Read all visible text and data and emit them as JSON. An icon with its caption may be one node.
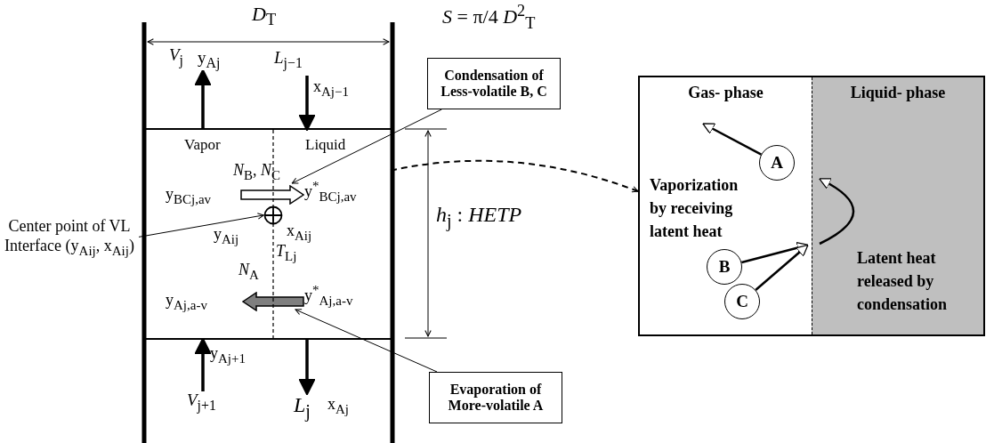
{
  "diagram": {
    "nodes": [
      {
        "text": [
          "Vapor",
          "Liquid"
        ]
      },
      {
        "text": [],
        "shape": "arrow",
        "in": 0
      },
      {
        "text": [],
        "shape": "circle",
        "in": 0
      },
      {
        "text": [],
        "shape": "arrow",
        "in": 0
      },
      {
        "text": [
          "Condensation of Less-volatile B, C"
        ]
      },
      {
        "text": [
          "Center point of VL Interface (y$_{Aij}$, x$_{Aij}$)"
        ]
      },
      {
        "text": [
          "Evaporation of More-volatile A"
        ]
      },
      {
        "text": [],
        "shape": "box"
      },
      {
        "text": [
          "Gas- phase",
          "Vaporization by receiving latent heat"
        ],
        "in": 7
      },
      {
        "text": [
          "A"
        ],
        "in": 8
      },
      {
        "text": [
          "B"
        ],
        "in": 8
      },
      {
        "text": [
          "C"
        ],
        "in": 8
      },
      {
        "text": [
          "Liquid- phase",
          "Latent heat released by condensation"
        ],
        "in": 7
      }
    ],
    "edges": [
      {
        "from": 4,
        "to": 1,
        "arrow": "to"
      },
      {
        "from": 5,
        "to": 2,
        "arrow": "to"
      },
      {
        "from": 6,
        "to": 3,
        "arrow": "to"
      },
      {
        "from": 0,
        "to": 7,
        "arrow": "to",
        "style": "dashed"
      },
      {
        "from": 9,
        "to": null,
        "arrow": "to"
      },
      {
        "from": 10,
        "to": null,
        "arrow": "to"
      },
      {
        "from": 11,
        "to": null,
        "arrow": "to"
      },
      {
        "from": 12,
        "to": 8,
        "arrow": "to"
      }
    ],
    "labels": [
      "*D*$_{T}$",
      "*S* = π/4 *D*$^{2}$$_{T}$",
      "*V*$_{j}$",
      "y$_{Aj}$",
      "*L*$_{j−1}$",
      "x$_{Aj−1}$",
      "*N*$_{B}$, *N*$_{C}$",
      "y$_{BCj,av}$",
      "y$^{*}$$_{BCj,av}$",
      "*h*$_{j}$ : *HETP*",
      "y$_{Aij}$",
      "x$_{Aij}$",
      "*T*$_{Lj}$",
      "*N*$_{A}$",
      "y$_{Aj,a-v}$",
      "y$^{*}$$_{Aj,a-v}$",
      "y$_{Aj+1}$",
      "*V*$_{j+1}$",
      "*L*$_{j}$",
      "x$_{Aj}$"
    ]
  }
}
